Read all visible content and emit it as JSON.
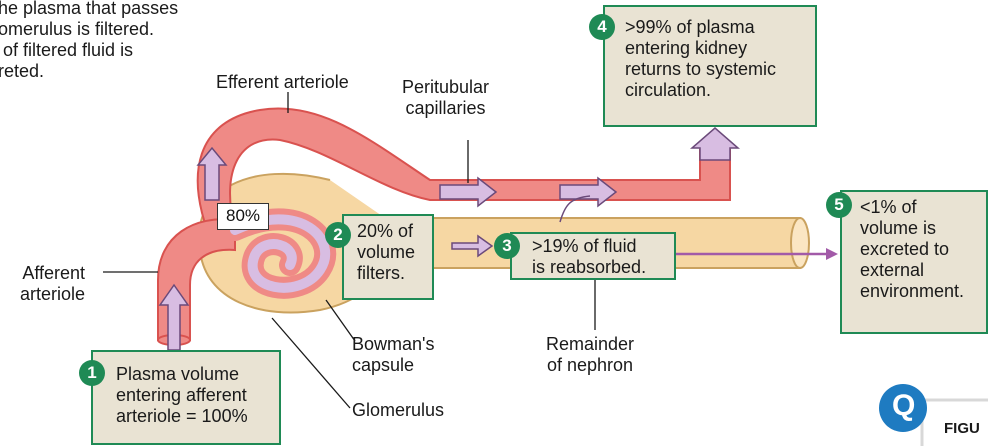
{
  "intro_text": "he plasma that passes\nomerulus is filtered.\n of filtered fluid is\nreted.",
  "labels": {
    "efferent_arteriole": "Efferent arteriole",
    "peritubular_capillaries": "Peritubular\ncapillaries",
    "afferent_arteriole": "Afferent\narteriole",
    "bowmans_capsule": "Bowman's\ncapsule",
    "glomerulus": "Glomerulus",
    "remainder_of_nephron": "Remainder\nof nephron",
    "percent_80": "80%"
  },
  "steps": [
    {
      "number": "1",
      "text": "Plasma volume\nentering afferent\narteriole = 100%"
    },
    {
      "number": "2",
      "text": "20% of\nvolume\nfilters."
    },
    {
      "number": "3",
      "text": ">19% of fluid\nis reabsorbed."
    },
    {
      "number": "4",
      "text": ">99% of plasma\nentering kidney\nreturns to systemic\ncirculation."
    },
    {
      "number": "5",
      "text": "<1% of\nvolume is\nexcreted to\nexternal\nenvironment."
    }
  ],
  "corner": {
    "q_icon": "Q",
    "figure_text": "FIGU"
  },
  "colors": {
    "vessel": "#ef8a86",
    "vessel_dark": "#d9524f",
    "capsule": "#f6d7a3",
    "flow_arrow": "#d8bde2",
    "box_fill": "#e9e3d3",
    "box_border": "#1f8a55",
    "excretion": "#a25aa8"
  }
}
